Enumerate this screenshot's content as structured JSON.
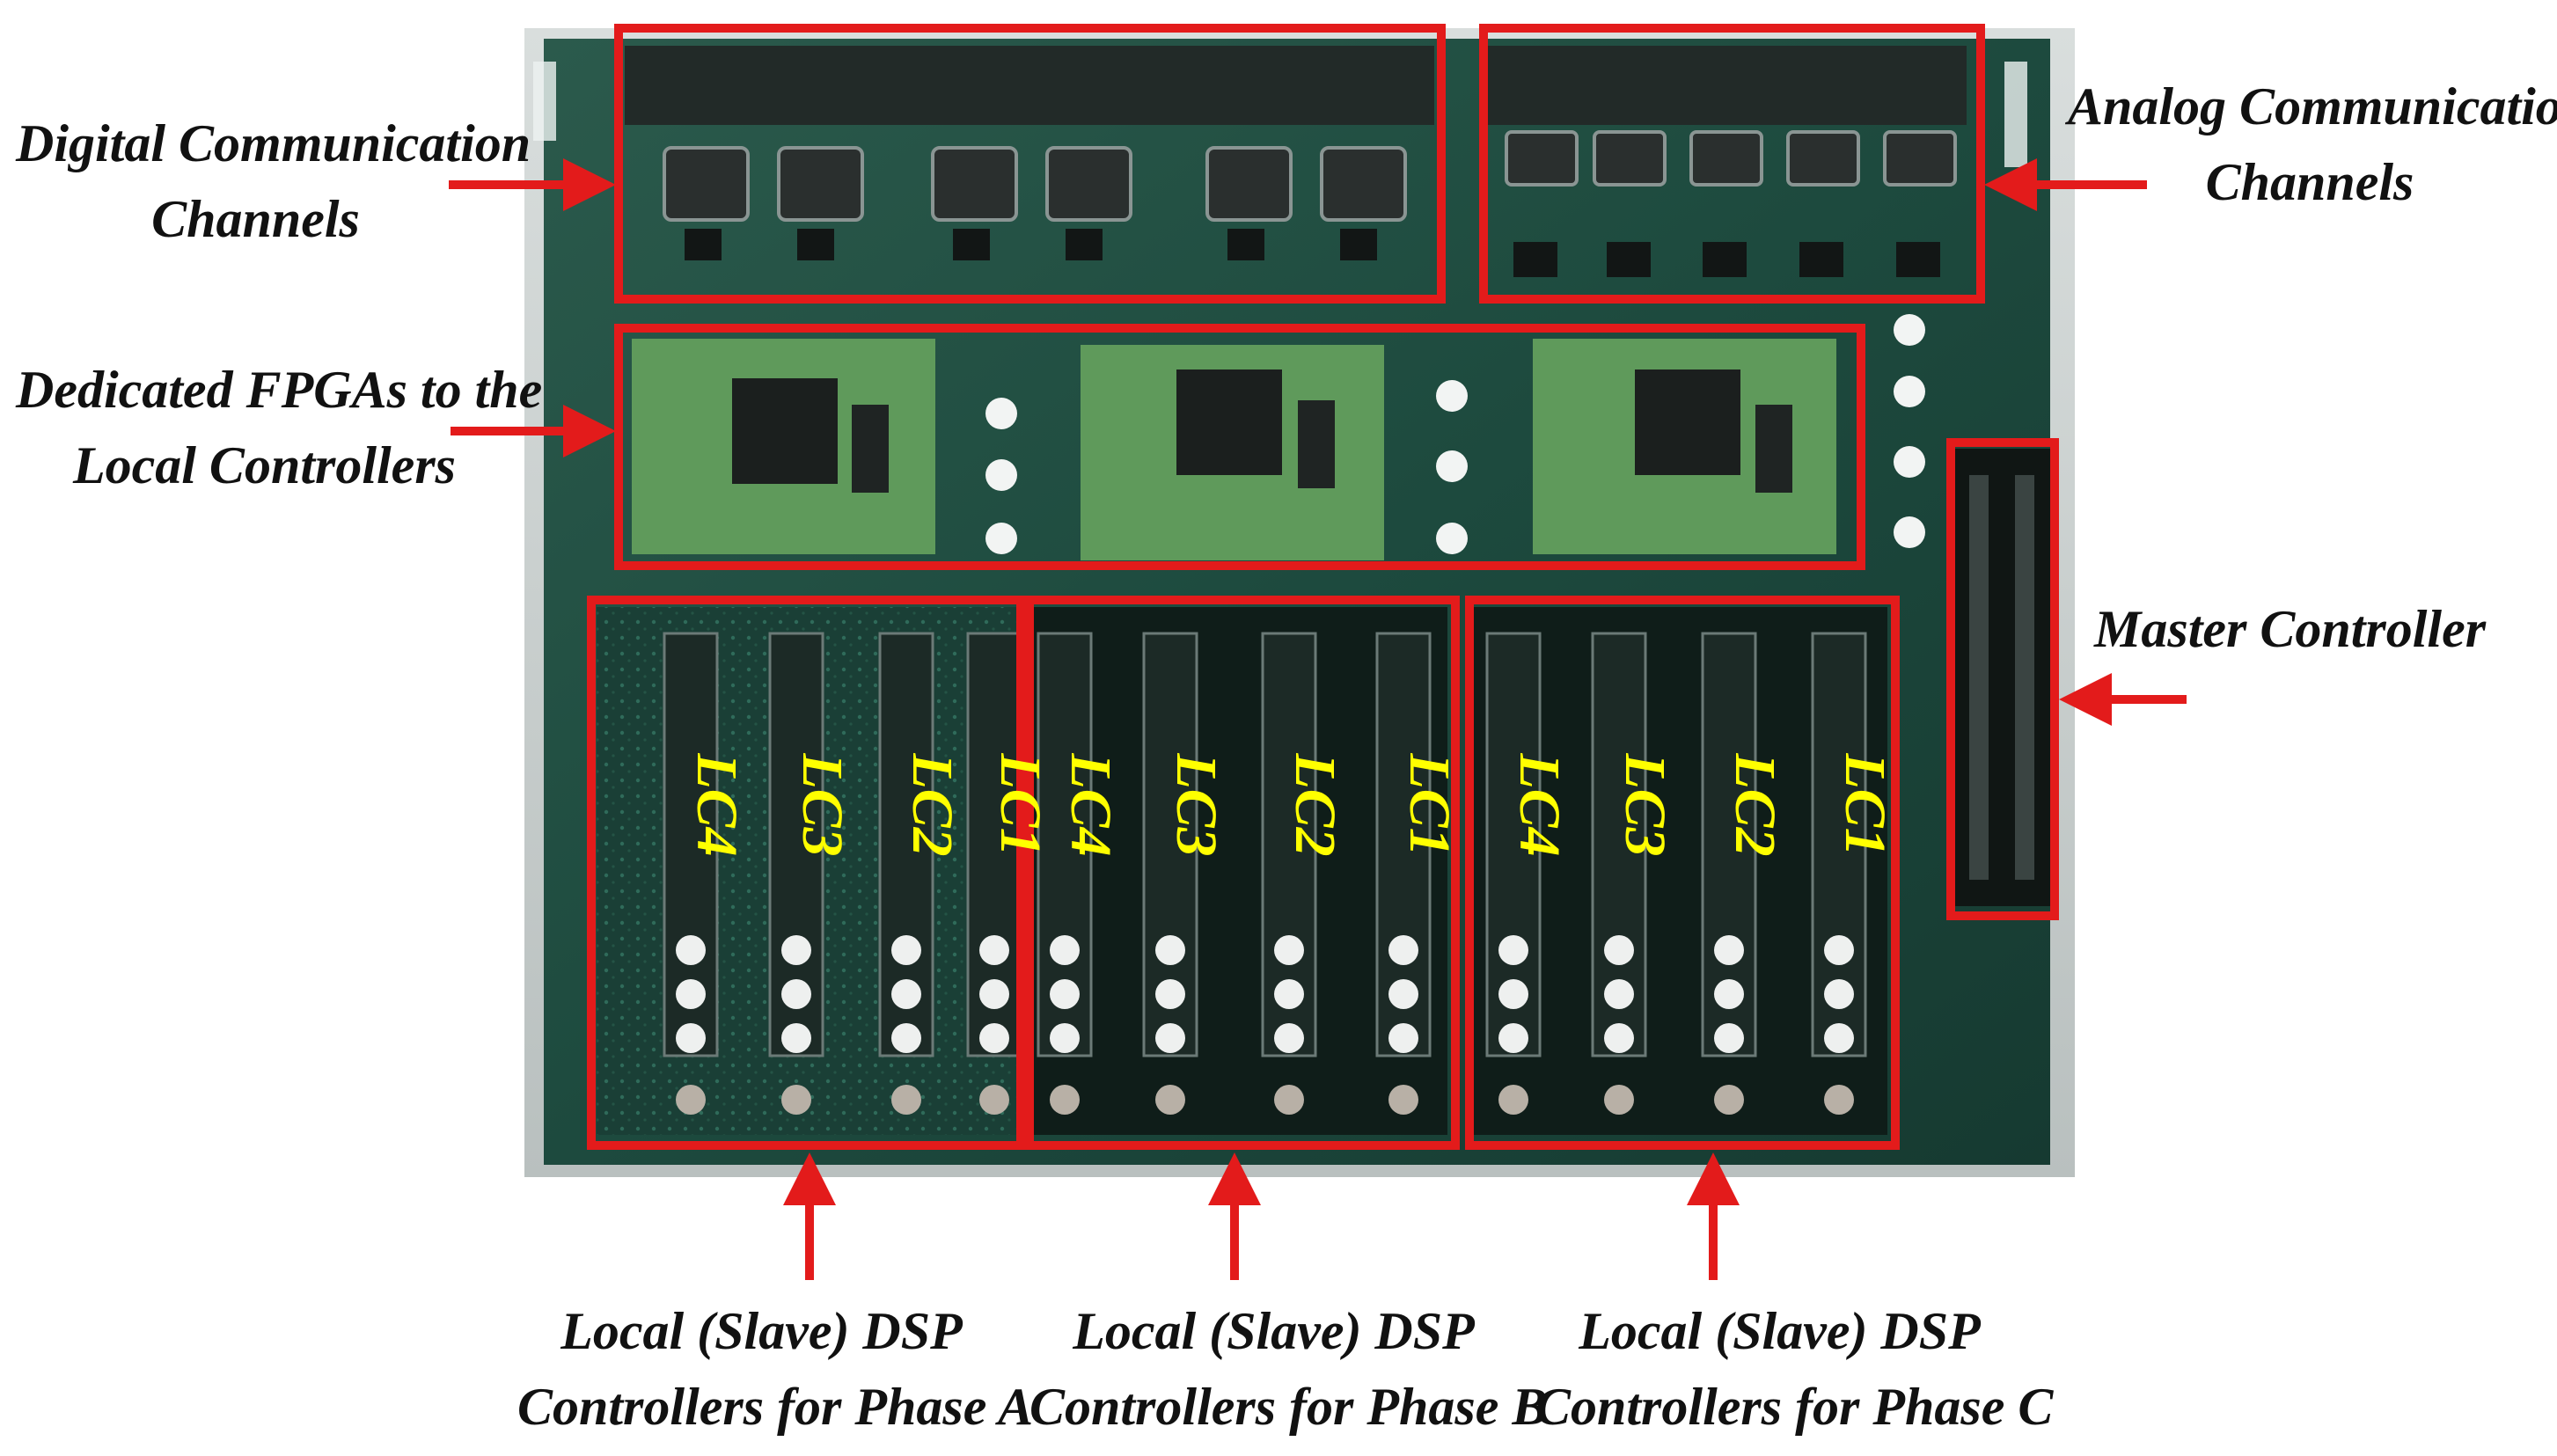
{
  "photo": {
    "colors": {
      "pcb": "#1d4a3e",
      "annotation_red": "#e31b1b",
      "lc_label_yellow": "#ffff00"
    }
  },
  "labels": {
    "digital": [
      "Digital Communication",
      "Channels"
    ],
    "analog": [
      "Analog Communication",
      "Channels"
    ],
    "fpga": [
      "Dedicated FPGAs to the",
      "Local Controllers"
    ],
    "master": "Master Controller",
    "phase_a": [
      "Local (Slave) DSP",
      "Controllers for Phase A"
    ],
    "phase_b": [
      "Local (Slave) DSP",
      "Controllers for Phase B"
    ],
    "phase_c": [
      "Local (Slave) DSP",
      "Controllers for Phase C"
    ]
  },
  "lc_labels": [
    "LC4",
    "LC3",
    "LC2",
    "LC1"
  ]
}
